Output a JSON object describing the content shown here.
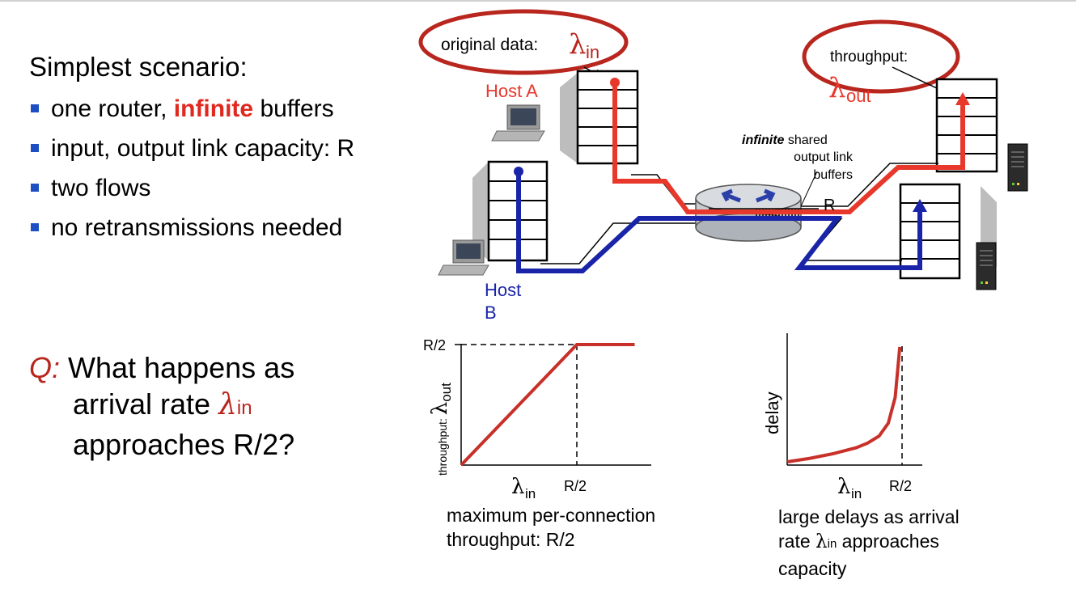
{
  "slide": {
    "title": "Simplest scenario:",
    "bullets": [
      {
        "text_before": "one router, ",
        "highlight": "infinite",
        "text_after": " buffers"
      },
      {
        "text": "input, output link capacity: R"
      },
      {
        "text": "two flows"
      },
      {
        "text": "no retransmissions needed"
      }
    ],
    "question": {
      "prefix": "Q:",
      "line1": " What happens as",
      "line2_text": "arrival rate ",
      "lambda_symbol": "λ",
      "lambda_sub": "in",
      "line3": "approaches R/2?"
    }
  },
  "diagram": {
    "callout_in": {
      "text": "original data: ",
      "lambda": "λ",
      "sub": "in"
    },
    "callout_out": {
      "text": "throughput:",
      "lambda": "λ",
      "sub": "out"
    },
    "host_a_label": "Host A",
    "host_b_label_line1": "Host",
    "host_b_label_line2": "B",
    "router_note": {
      "bold_italic": "infinite",
      "rest": " shared",
      "line2": "output link",
      "line3": "buffers"
    },
    "link_label": "R",
    "colors": {
      "flow_a": "#e8382c",
      "flow_b": "#1a24a8",
      "callout": "#b8261e",
      "curve": "#c8302a"
    }
  },
  "charts": {
    "throughput": {
      "ytick": "R/2",
      "ylabel_text": "throughput: ",
      "ylabel_lambda": "λ",
      "ylabel_sub": "out",
      "xlabel_lambda": "λ",
      "xlabel_sub": "in",
      "xtick": "R/2",
      "caption_line1": "maximum per-connection",
      "caption_line2": "throughput: R/2"
    },
    "delay": {
      "ylabel": "delay",
      "xlabel_lambda": "λ",
      "xlabel_sub": "in",
      "xtick": "R/2",
      "caption_line1": "large delays as arrival",
      "caption_line2_before": "rate ",
      "caption_line2_lambda": "λ",
      "caption_line2_sub": "in",
      "caption_line2_after": " approaches",
      "caption_line3": "capacity"
    }
  },
  "chart_data": [
    {
      "type": "line",
      "x": [
        0,
        0.25,
        0.5,
        0.75
      ],
      "y": [
        0,
        0.25,
        0.5,
        0.5
      ],
      "xlabel": "λin",
      "ylabel": "throughput: λout",
      "xticks": [
        "R/2"
      ],
      "yticks": [
        "R/2"
      ]
    },
    {
      "type": "line",
      "xlabel": "λin",
      "ylabel": "delay",
      "xticks": [
        "R/2"
      ],
      "x": [
        0,
        0.1,
        0.2,
        0.3,
        0.35,
        0.4,
        0.44,
        0.47,
        0.49
      ],
      "y": [
        0.0,
        0.03,
        0.07,
        0.12,
        0.16,
        0.22,
        0.33,
        0.55,
        0.98
      ]
    }
  ]
}
